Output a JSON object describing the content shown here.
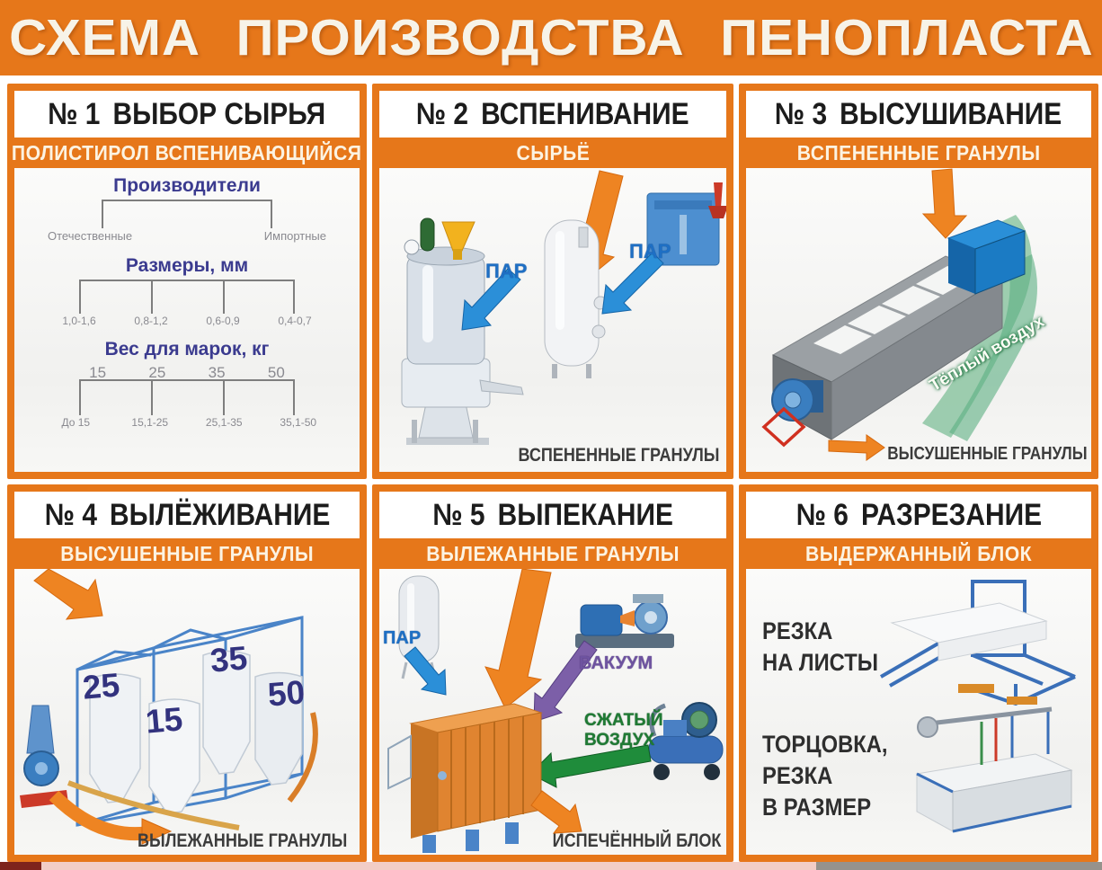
{
  "header": {
    "title": "СХЕМА ПРОИЗВОДСТВА ПЕНОПЛАСТА"
  },
  "colors": {
    "accent_orange": "#E6771A",
    "steam_blue": "#1E6FC4",
    "vacuum_purple": "#6E53A0",
    "air_green": "#1F7A34",
    "tree_navy": "#3B3B8F",
    "title_text": "#F7F3E8"
  },
  "panels": [
    {
      "number": "№ 1",
      "title": "ВЫБОР СЫРЬЯ",
      "subtitle": "ПОЛИСТИРОЛ ВСПЕНИВАЮЩИЙСЯ",
      "tree": {
        "producers": {
          "label": "Производители",
          "children": [
            "Отечественные",
            "Импортные"
          ]
        },
        "sizes": {
          "label": "Размеры, мм",
          "children": [
            "1,0-1,6",
            "0,8-1,2",
            "0,6-0,9",
            "0,4-0,7"
          ]
        },
        "weights": {
          "label": "Вес  для  марок, кг",
          "marks": [
            "15",
            "25",
            "35",
            "50"
          ],
          "ranges": [
            "До 15",
            "15,1-25",
            "25,1-35",
            "35,1-50"
          ]
        }
      }
    },
    {
      "number": "№ 2",
      "title": "ВСПЕНИВАНИЕ",
      "subtitle": "СЫРЬЁ",
      "labels": {
        "steam1": "ПАР",
        "steam2": "ПАР",
        "output": "ВСПЕНЕННЫЕ ГРАНУЛЫ"
      }
    },
    {
      "number": "№ 3",
      "title": "ВЫСУШИВАНИЕ",
      "subtitle": "ВСПЕНЕННЫЕ ГРАНУЛЫ",
      "labels": {
        "warm_air": "Тёплый воздух",
        "output": "ВЫСУШЕННЫЕ ГРАНУЛЫ"
      }
    },
    {
      "number": "№ 4",
      "title": "ВЫЛЁЖИВАНИЕ",
      "subtitle": "ВЫСУШЕННЫЕ ГРАНУЛЫ",
      "silo_marks": [
        "25",
        "15",
        "35",
        "50"
      ],
      "labels": {
        "output": "ВЫЛЕЖАННЫЕ  ГРАНУЛЫ"
      }
    },
    {
      "number": "№ 5",
      "title": "ВЫПЕКАНИЕ",
      "subtitle": "ВЫЛЕЖАННЫЕ  ГРАНУЛЫ",
      "labels": {
        "steam": "ПАР",
        "vacuum": "ВАКУУМ",
        "compressed_air": "СЖАТЫЙ\nВОЗДУХ",
        "output": "ИСПЕЧЁННЫЙ БЛОК"
      }
    },
    {
      "number": "№ 6",
      "title": "РАЗРЕЗАНИЕ",
      "subtitle": "ВЫДЕРЖАННЫЙ  БЛОК",
      "labels": {
        "cut_sheets": "РЕЗКА\nНА ЛИСТЫ",
        "trim": "ТОРЦОВКА,\nРЕЗКА\nВ  РАЗМЕР"
      }
    }
  ]
}
